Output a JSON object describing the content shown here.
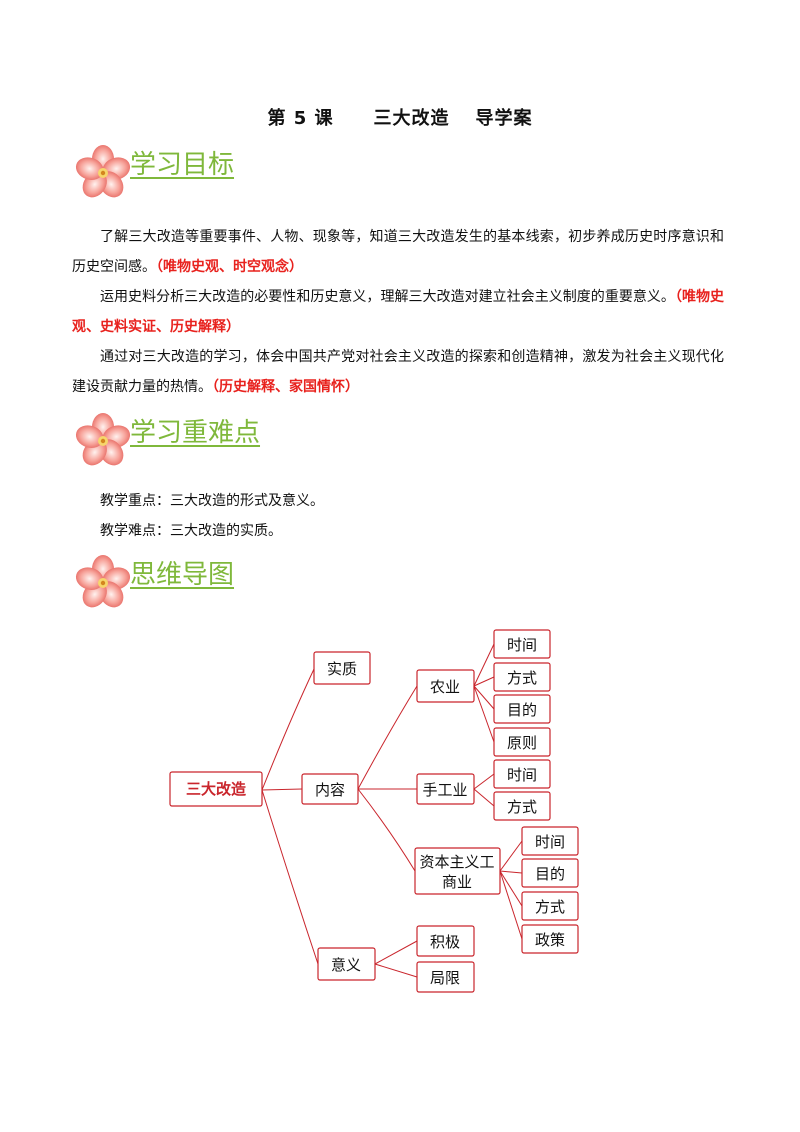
{
  "title": {
    "lesson": "第 5 课",
    "topic": "三大改造",
    "kind": "导学案"
  },
  "sections": {
    "goals": {
      "heading": "学习目标"
    },
    "key_points": {
      "heading": "学习重难点"
    },
    "mind_map": {
      "heading": "思维导图"
    }
  },
  "goals": [
    {
      "text": "了解三大改造等重要事件、人物、现象等，知道三大改造发生的基本线索，初步养成历史时序意识和历史空间感。",
      "core": "（唯物史观、时空观念）"
    },
    {
      "text": "运用史料分析三大改造的必要性和历史意义，理解三大改造对建立社会主义制度的重要意义。",
      "core": "（唯物史观、史料实证、历史解释）"
    },
    {
      "text": "通过对三大改造的学习，体会中国共产党对社会主义改造的探索和创造精神，激发为社会主义现代化建设贡献力量的热情。",
      "core": "（历史解释、家国情怀）"
    }
  ],
  "key_points": {
    "focus": "教学重点：三大改造的形式及意义。",
    "difficulty": "教学难点：三大改造的实质。"
  },
  "mind_map": {
    "root": "三大改造",
    "essence": "实质",
    "content": "内容",
    "significance": "意义",
    "agriculture": {
      "label": "农业",
      "children": [
        "时间",
        "方式",
        "目的",
        "原则"
      ]
    },
    "handicraft": {
      "label": "手工业",
      "children": [
        "时间",
        "方式"
      ]
    },
    "capitalist": {
      "label_line1": "资本主义工",
      "label_line2": "商业",
      "children": [
        "时间",
        "目的",
        "方式",
        "政策"
      ]
    },
    "significance_children": [
      "积极",
      "局限"
    ]
  },
  "colors": {
    "heading": "#7fb83b",
    "core": "#e8221e",
    "map_border": "#c9252c"
  }
}
